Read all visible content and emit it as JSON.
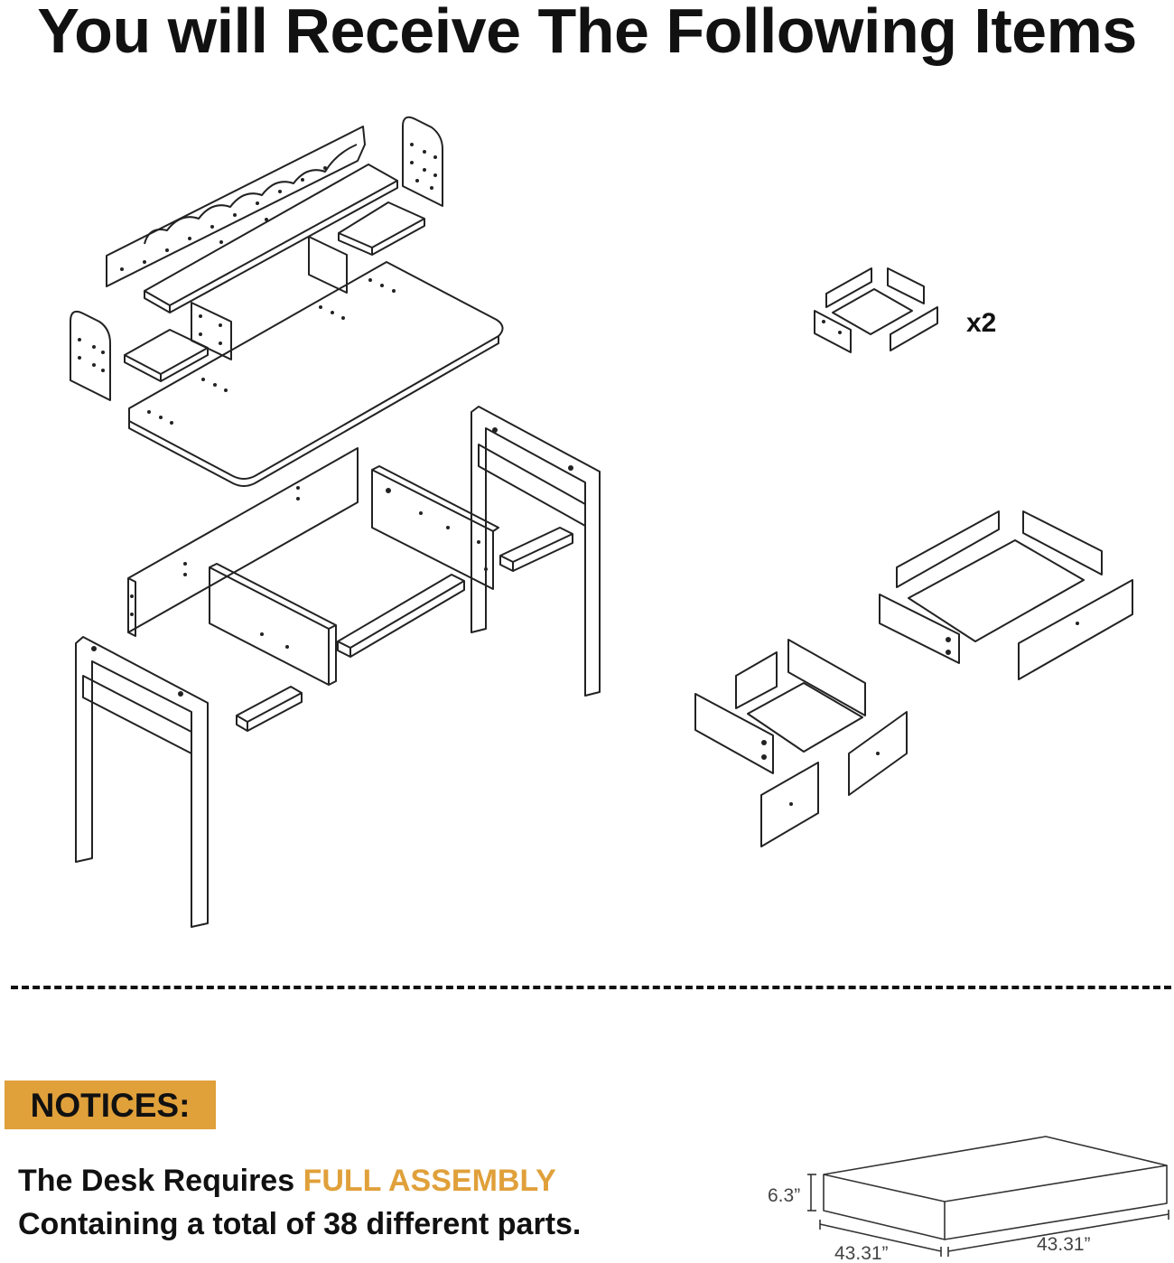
{
  "title": "You will Receive The Following Items",
  "quantity_label": "x2",
  "notices": {
    "label": "NOTICES:",
    "line1_prefix": "The Desk Requires ",
    "line1_emphasis": "FULL ASSEMBLY",
    "line2": "Containing a total of 38 different parts."
  },
  "package_dimensions": {
    "height": "6.3”",
    "length": "43.31”",
    "width": "43.31”"
  },
  "colors": {
    "accent": "#e0a03a",
    "ink": "#111111"
  }
}
